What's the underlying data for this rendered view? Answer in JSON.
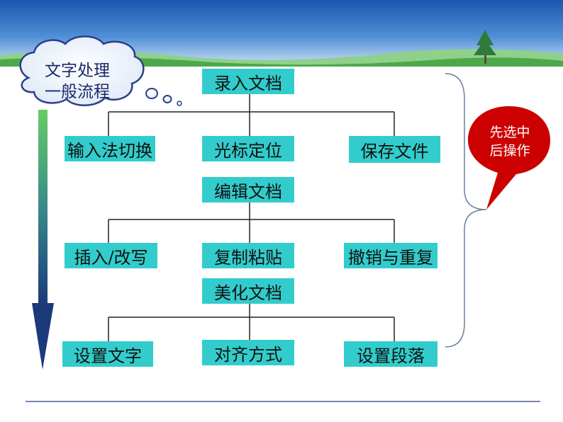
{
  "cloud": {
    "line1": "文字处理",
    "line2": "一般流程"
  },
  "callout": {
    "line1": "先选中",
    "line2": "后操作"
  },
  "sections": [
    {
      "title": "录入文档",
      "items": [
        "输入法切换",
        "光标定位",
        "保存文件"
      ]
    },
    {
      "title": "编辑文档",
      "items": [
        "插入/改写",
        "复制粘贴",
        "撤销与重复"
      ]
    },
    {
      "title": "美化文档",
      "items": [
        "设置文字",
        "对齐方式",
        "设置段落"
      ]
    }
  ],
  "colors": {
    "box_fill": "#33cccc",
    "callout_fill": "#cc0000",
    "banner_top": "#1f5fb5",
    "bracket": "#6b7fa0",
    "arrow_top": "#66cc66",
    "arrow_bottom": "#1a3a7a",
    "rule": "#2a3f8a"
  }
}
